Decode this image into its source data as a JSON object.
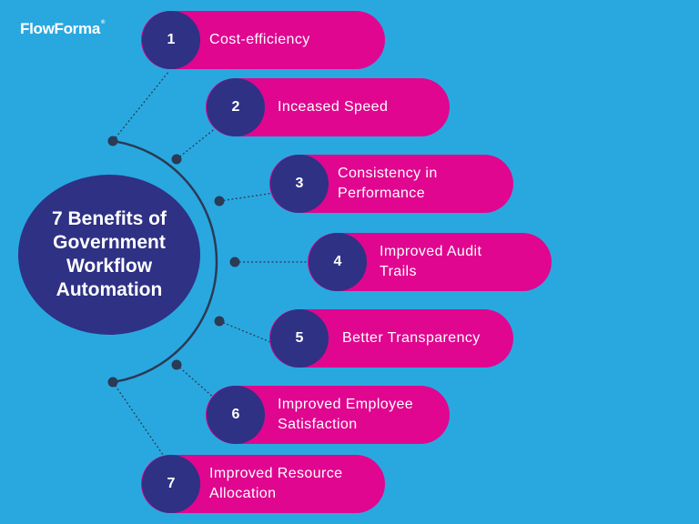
{
  "brand": {
    "name": "FlowForma",
    "mark": "®"
  },
  "hub": {
    "title": "7 Benefits of\nGovernment\nWorkflow\nAutomation"
  },
  "benefits": [
    {
      "number": "1",
      "label": "Cost-efficiency"
    },
    {
      "number": "2",
      "label": "Inceased Speed"
    },
    {
      "number": "3",
      "label": "Consistency in\nPerformance"
    },
    {
      "number": "4",
      "label": "Improved Audit\nTrails"
    },
    {
      "number": "5",
      "label": "Better Transparency"
    },
    {
      "number": "6",
      "label": "Improved Employee\nSatisfaction"
    },
    {
      "number": "7",
      "label": "Improved Resource\nAllocation"
    }
  ],
  "colors": {
    "background": "#29a8e0",
    "hub": "#2e3184",
    "pill": "#e0068f",
    "connector": "#2b3a55"
  }
}
